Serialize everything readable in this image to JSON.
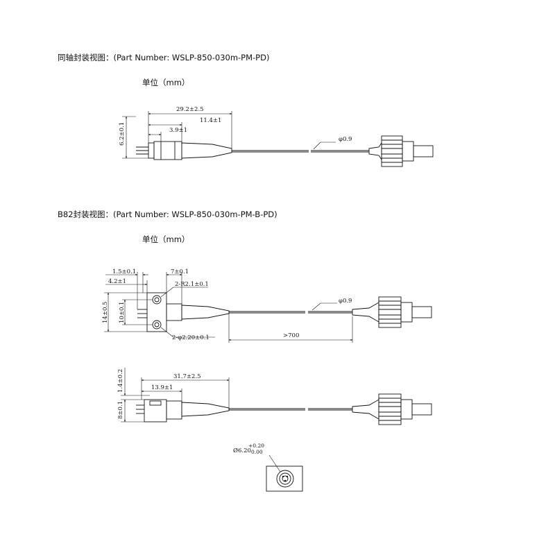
{
  "section1": {
    "heading": "同轴封装视图：(Part Number: WSLP-850-030m-PM-PD)",
    "unit": "单位（mm）",
    "dims": {
      "length_total": "29.2±2.5",
      "length_mid": "11.4±1",
      "length_short": "3.9±1",
      "height": "6.2±0.1",
      "fiber_dia": "φ0.9"
    }
  },
  "section2": {
    "heading": "B82封装视图：(Part Number: WSLP-850-030m-PM-B-PD)",
    "unit": "单位（mm）",
    "dims": {
      "flange_a": "1.5±0.1",
      "flange_b": "7±0.1",
      "flange_c": "4.2±1",
      "hole_dia": "2-R2.1±0.1",
      "height_outer": "14±0.5",
      "height_inner": "10±0.1",
      "mount_holes": "2-φ2.20±0.1",
      "fiber_dia": "φ0.9",
      "fiber_length": ">700"
    }
  },
  "section3": {
    "dims": {
      "length_total": "31.7±2.5",
      "length_body": "13.9±1",
      "height_top": "1.4±0.2",
      "height": "8±0.1"
    }
  },
  "section4": {
    "dims": {
      "bore_base": "Ø6.20",
      "tol_upper": "+0.20",
      "tol_lower": "0.00"
    }
  }
}
